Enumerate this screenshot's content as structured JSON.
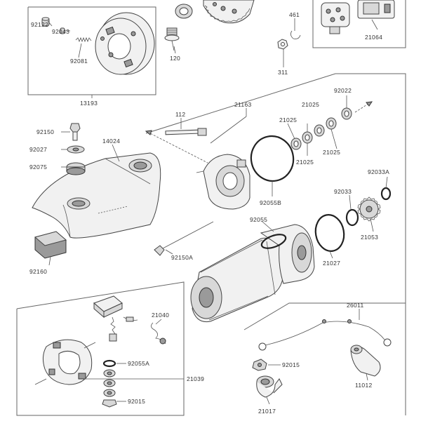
{
  "callouts": {
    "c92122": "92122",
    "c92043": "92043",
    "c92081": "92081",
    "c120": "120",
    "c13193": "13193",
    "c461": "461",
    "c311": "311",
    "c21064": "21064",
    "c92022": "92022",
    "c21163": "21163",
    "c112": "112",
    "c92150": "92150",
    "c14024": "14024",
    "c92027": "92027",
    "c92075": "92075",
    "c21025a": "21025",
    "c21025b": "21025",
    "c21025c": "21025",
    "c21025d": "21025",
    "c92055b": "92055B",
    "c92033a": "92033A",
    "c92033": "92033",
    "c21053": "21053",
    "c92055": "92055",
    "c21027": "21027",
    "c92150a": "92150A",
    "c92160": "92160",
    "c21040": "21040",
    "c92055a": "92055A",
    "c21039": "21039",
    "c92015a": "92015",
    "c26011": "26011",
    "c92015b": "92015",
    "c11012": "11012",
    "c21017": "21017"
  },
  "colors": {
    "line": "#555555",
    "part_fill": "#f1f1f1",
    "part_dark": "#9a9a9a"
  }
}
